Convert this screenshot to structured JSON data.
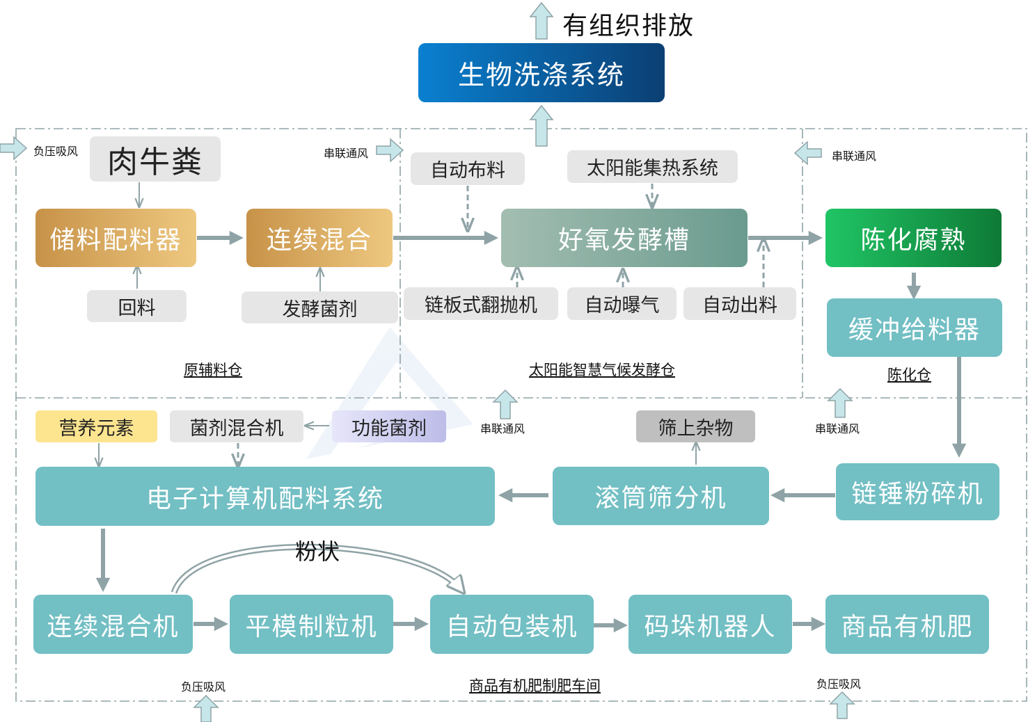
{
  "title": "有组织排放",
  "scrubber": "生物洗涤系统",
  "zones": {
    "raw": "原辅料仓",
    "ferment": "太阳能智慧气候发酵仓",
    "aging": "陈化仓",
    "workshop": "商品有机肥制肥车间"
  },
  "air": {
    "neg_left_top": "负压吸风",
    "series_1": "串联通风",
    "series_2": "串联通风",
    "series_3": "串联通风",
    "series_4": "串联通风",
    "neg_bottom_left": "负压吸风",
    "neg_bottom_right": "负压吸风"
  },
  "nodes": {
    "manure": "肉牛粪",
    "storage": "储料配料器",
    "mix1": "连续混合",
    "recycle": "回料",
    "agent": "发酵菌剂",
    "auto_feed": "自动布料",
    "solar_heat": "太阳能集热系统",
    "tank": "好氧发酵槽",
    "turner": "链板式翻抛机",
    "aeration": "自动曝气",
    "discharge": "自动出料",
    "aging": "陈化腐熟",
    "buffer": "缓冲给料器",
    "crusher": "链锤粉碎机",
    "screen": "滚筒筛分机",
    "residue": "筛上杂物",
    "batching": "电子计算机配料系统",
    "nutrient": "营养元素",
    "agent_mixer": "菌剂混合机",
    "func_agent": "功能菌剂",
    "mix2": "连续混合机",
    "granulator": "平模制粒机",
    "packer": "自动包装机",
    "stacker": "码垛机器人",
    "product": "商品有机肥",
    "powder": "粉状"
  },
  "colors": {
    "teal": "#72bfc4",
    "arrow": "#8fa3a6",
    "zone_border": "#8fa3a6",
    "vent_fill": "#c6e6ea"
  }
}
